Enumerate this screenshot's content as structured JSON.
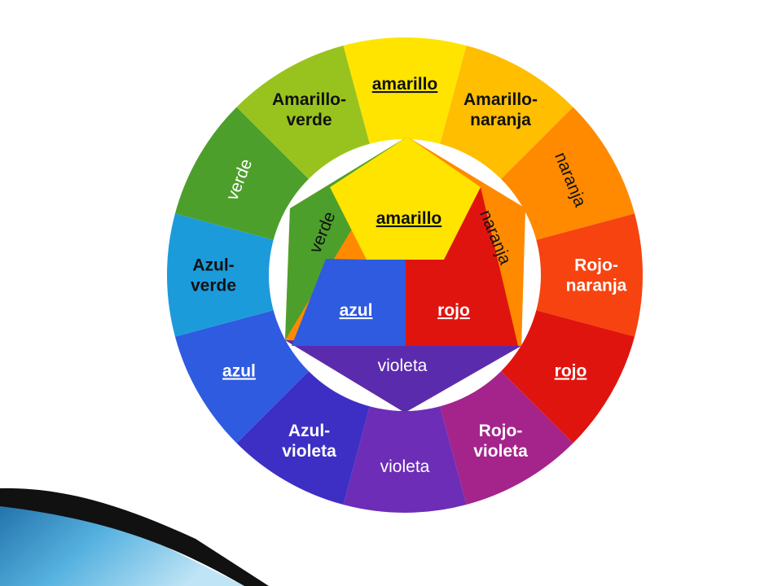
{
  "outer_ring": [
    {
      "key": "amarillo",
      "label": "amarillo",
      "color": "#FFE400",
      "underline": true,
      "weight": "bold",
      "text_color": "#111111"
    },
    {
      "key": "amarillo-naranja",
      "label": "Amarillo-\nnaranja",
      "color": "#FFBE00",
      "underline": false,
      "weight": "bold",
      "text_color": "#111111"
    },
    {
      "key": "naranja",
      "label": "naranja",
      "color": "#FF8A00",
      "underline": false,
      "weight": "normal",
      "text_color": "#111111"
    },
    {
      "key": "rojo-naranja",
      "label": "Rojo-\nnaranja",
      "color": "#F64310",
      "underline": false,
      "weight": "bold",
      "text_color": "#ffffff"
    },
    {
      "key": "rojo",
      "label": "rojo",
      "color": "#E0140E",
      "underline": true,
      "weight": "bold",
      "text_color": "#ffffff"
    },
    {
      "key": "rojo-violeta",
      "label": "Rojo-\nvioleta",
      "color": "#A4248B",
      "underline": false,
      "weight": "bold",
      "text_color": "#ffffff"
    },
    {
      "key": "violeta",
      "label": "violeta",
      "color": "#6D2DB6",
      "underline": false,
      "weight": "normal",
      "text_color": "#ffffff"
    },
    {
      "key": "azul-violeta",
      "label": "Azul-\nvioleta",
      "color": "#3D2FC4",
      "underline": false,
      "weight": "bold",
      "text_color": "#ffffff"
    },
    {
      "key": "azul",
      "label": "azul",
      "color": "#2F5BE0",
      "underline": true,
      "weight": "bold",
      "text_color": "#ffffff"
    },
    {
      "key": "azul-verde",
      "label": "Azul-\nverde",
      "color": "#1C9BDB",
      "underline": false,
      "weight": "bold",
      "text_color": "#111111"
    },
    {
      "key": "verde",
      "label": "verde",
      "color": "#4D9F2C",
      "underline": false,
      "weight": "normal",
      "text_color": "#ffffff"
    },
    {
      "key": "amarillo-verde",
      "label": "Amarillo-\nverde",
      "color": "#98C31E",
      "underline": false,
      "weight": "bold",
      "text_color": "#111111"
    }
  ],
  "inner": {
    "primaries": [
      {
        "key": "amarillo",
        "label": "amarillo",
        "color": "#FFE400",
        "text_color": "#111111"
      },
      {
        "key": "rojo",
        "label": "rojo",
        "color": "#E0140E",
        "text_color": "#ffffff"
      },
      {
        "key": "azul",
        "label": "azul",
        "color": "#2F5BE0",
        "text_color": "#ffffff"
      }
    ],
    "secondaries": [
      {
        "key": "naranja",
        "label": "naranja",
        "color": "#FF8A00",
        "text_color": "#111111"
      },
      {
        "key": "violeta",
        "label": "violeta",
        "color": "#5B2BAE",
        "text_color": "#ffffff"
      },
      {
        "key": "verde",
        "label": "verde",
        "color": "#4D9F2C",
        "text_color": "#111111"
      }
    ]
  },
  "theme": {
    "slide_background": "#ffffff",
    "inner_circle": "#ffffff",
    "accent_dark": "#111111",
    "accent_blue": "#3A8FC8"
  }
}
